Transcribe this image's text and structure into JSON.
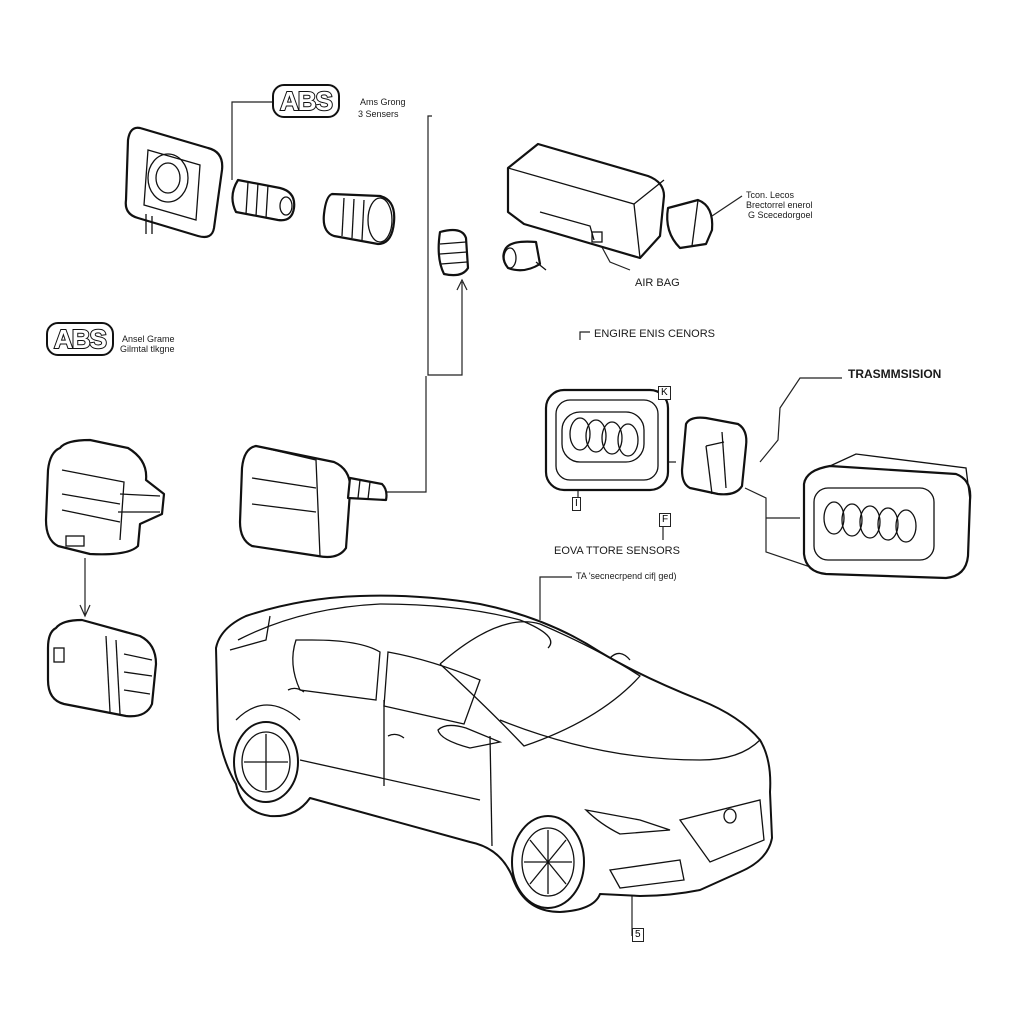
{
  "labels": {
    "abs_top": "ABS",
    "abs_top_note_1": "Ams Grong",
    "abs_top_note_2": "3 Sensers",
    "abs_left": "ABS",
    "abs_left_note_1": "Ansel Grame",
    "abs_left_note_2": "Gilmtal tlkgne",
    "tcm_note_1": "Tcon. Lecos",
    "tcm_note_2": "Brectorrel enerol",
    "tcm_note_3": "G Scecedorgoel",
    "airbag": "AIR BAG",
    "engine": "ENGIRE ENIS CENORS",
    "transmission": "TRASMMSISION",
    "box_k": "K",
    "box_i": "I",
    "box_f": "F",
    "body_sensors": "EOVA TTORE SENSORS",
    "car_note": "TA  'secnecrpend cif| ged)",
    "box_bottom": "5"
  }
}
